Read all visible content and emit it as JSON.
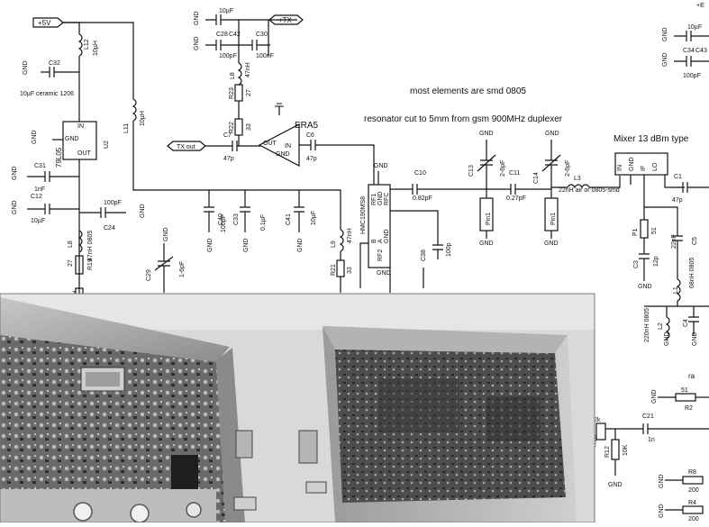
{
  "notes": {
    "smd": "most elements are smd 0805",
    "resonator": "resonator cut to 5mm from gsm 900MHz duplexer",
    "mixer": "Mixer 13 dBm type"
  },
  "nets": {
    "plus5v": "+5V",
    "plus_tx": "+TX",
    "tx_out": "TX out",
    "plus_e": "+E"
  },
  "chips": {
    "reg_name": "79L05",
    "reg_in": "IN",
    "reg_gnd": "GND",
    "reg_out": "OUT",
    "amp_name": "ERA5",
    "amp_out": "OUT",
    "amp_in": "IN",
    "amp_gnd": "GND",
    "sw_name": "HMC190MS8",
    "sw_pins": [
      "RF1",
      "GND",
      "RFC",
      "B",
      "A",
      "GND",
      "RF2"
    ],
    "sw_gnd": "GND",
    "mixer_pins": [
      "IN",
      "GND",
      "IF",
      "LO"
    ]
  },
  "parts": {
    "c_top_a": "10µF",
    "c28": "C28",
    "c42": "C42",
    "c_top_b": "100pF",
    "c30": "C30",
    "c30_val": "100nF",
    "l12": "L12",
    "l12_val": "10µH",
    "c32": "C32",
    "c32_val": "10µF ceramic 1206",
    "l11": "L11",
    "l11_val": "10µH",
    "l_era": "L8",
    "l_era_val": "47nH",
    "r23": "R23",
    "r23_val": "27",
    "r22": "R22",
    "r22_val": "33",
    "c7": "C7",
    "c7_val": "47p",
    "c6": "C6",
    "c6_val": "47p",
    "c31": "C31",
    "c31_val": "1nF",
    "c12": "C12",
    "c12_val": "10µF",
    "c24_val": "100pF",
    "c24": "C24",
    "l_bias": "L8",
    "l_bias_val": "47nH 0805",
    "r19": "R19",
    "r19_val": "27",
    "c40": "C40",
    "c40_val": "100pF",
    "c33": "C33",
    "c33_val": "0.1µF",
    "c41": "C41",
    "c41_val": "10µF",
    "l9": "L9",
    "l9_val": "47nH",
    "r21": "R21",
    "r21_val": "33",
    "c29": "C29",
    "c29_val": "1-6pF",
    "c10": "C10",
    "c10_val": "0.82pF",
    "c13": "C13",
    "c13_val": "2-6pF",
    "c11": "C11",
    "c11_val": "0.27pF",
    "c14": "C14",
    "c14_val": "2-6pF",
    "l3": "L3",
    "l3_val": "22nH air or 0805-smd",
    "pin1": "Pin1",
    "c38": "C38",
    "c38_val": "100p",
    "c_mix": "C1",
    "c_mix_val": "47p",
    "p1": "P1",
    "p1_val": "51",
    "c5": "C5",
    "c5_val": "22nF",
    "c3": "C3",
    "c3_val": "12p",
    "l1": "L1",
    "l1_val": "68nH 0805",
    "l2": "L2",
    "l2_val": "220nH 0805",
    "c4": "C4",
    "c_far": "10µF",
    "c34": "C34",
    "c43": "C43",
    "c_far_b": "100pF",
    "r2": "R2",
    "r2_val": "51",
    "r13": "R13",
    "r13_val": "2k",
    "c21": "C21",
    "c21_val": "1n",
    "r12": "R12",
    "r12_val": "10K",
    "r8": "R8",
    "r8_val": "200",
    "r4": "R4",
    "r4_val": "200",
    "ra": "ra",
    "num7": "7",
    "gnd": "GND",
    "misc_38": "38",
    "misc_00p": "00p"
  },
  "photo": {
    "description_hidden": ""
  },
  "colors": {
    "ink": "#111111",
    "paper": "#ffffff",
    "photo_bg": "#d8d8d8",
    "metal": "#a9a9a9",
    "pcb": "#5f5f5f"
  }
}
